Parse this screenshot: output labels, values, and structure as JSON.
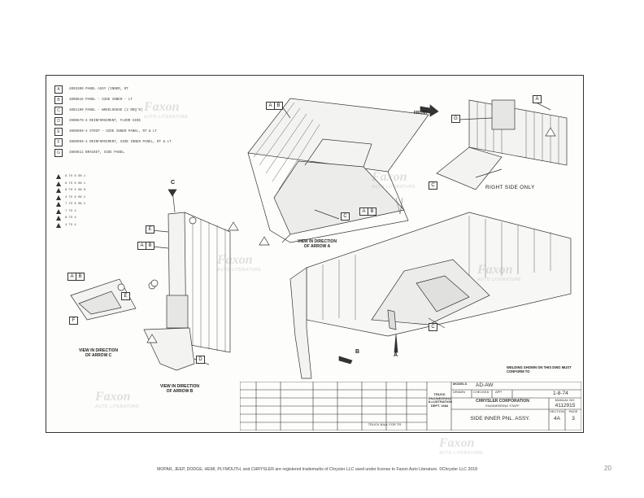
{
  "parts_list": [
    {
      "letter": "A",
      "text": "4003300  PANEL ASSY (INNER, RT"
    },
    {
      "letter": "B",
      "text": "4008816  PANEL - SIDE INNER - LT"
    },
    {
      "letter": "C",
      "text": "4081100  PANEL - WHEELHOUSE (2 REQ'D)"
    },
    {
      "letter": "D",
      "text": "3900879-4  REINFORCEMENT, FLOOR SIDE"
    },
    {
      "letter": "E",
      "text": "3860059-4  STRIP - SIDE INNER PANEL, RT & LT"
    },
    {
      "letter": "F",
      "text": "3860059-4  REINFORCEMENT, SIDE INNER PANEL, RT & LT"
    },
    {
      "letter": "G",
      "text": "3869811  BRACKET, SIDE PANEL"
    }
  ],
  "weld_codes": [
    "6 TO 8 ON 1",
    "8 TO 6 ON 1",
    "8 TO 4 ON 6",
    "2 TO 8 ON 1",
    "7 TO 8 ON 1",
    "7 TO 4",
    "8 TO 4",
    "4 TO 4"
  ],
  "callouts": {
    "a": "A",
    "b": "B",
    "c": "C",
    "d": "D",
    "e": "E",
    "f": "F",
    "g": "G"
  },
  "labels": {
    "front": "FRONT",
    "right_side_only": "RIGHT SIDE ONLY",
    "view_a": "VIEW IN DIRECTION OF ARROW A",
    "view_b": "VIEW IN DIRECTION OF ARROW B",
    "view_c": "VIEW IN DIRECTION OF ARROW C",
    "arrow_a": "A",
    "arrow_b": "B",
    "arrow_c": "C",
    "welding_note": "WELDING SHOWN ON THIS DWG MUST CONFORM TO"
  },
  "title_block": {
    "models_label": "MODELS",
    "models_value": "AD-AW",
    "drawn_label": "DRAWN",
    "checked_label": "CHECKED",
    "app_label": "APP.",
    "date": "1-8-74",
    "truck_engineering": "TRUCK ENGINEERING ILLUSTRATION DEPT. 1684",
    "corporation": "CHRYSLER CORPORATION",
    "engineering_staff": "ENGINEERING STAFF",
    "manual_no_label": "MANUAL NO.",
    "manual_no": "4112915",
    "title": "SIDE INNER PNL. ASSY.",
    "section_label": "SECTION",
    "section": "4A",
    "page_label": "PAGE",
    "page": "3",
    "truck_ball": "TRUCK BALL FOR TR"
  },
  "footer": "MOPAR, JEEP, DODGE, HEMI, PLYMOUTH, and CHRYSLER are registered trademarks of Chrysler LLC used under license to Faxon Auto Literature. ©Chrysler LLC 2018",
  "page_number": "20",
  "watermark": {
    "brand": "Faxon",
    "sub": "AUTO LITERATURE"
  }
}
